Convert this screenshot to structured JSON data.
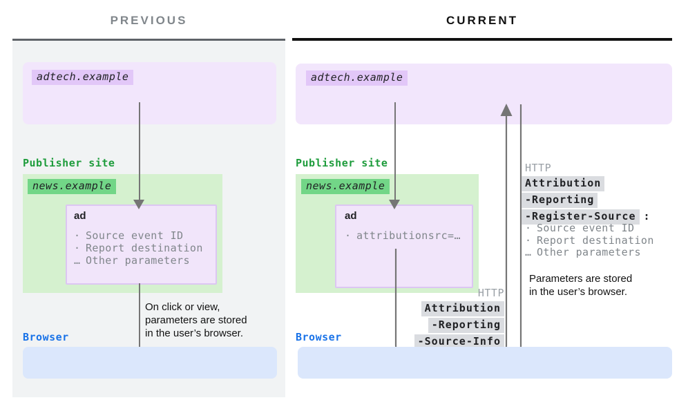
{
  "titles": {
    "previous": "PREVIOUS",
    "current": "CURRENT"
  },
  "previous": {
    "adtech_label": "adtech.example",
    "publisher_label": "Publisher site",
    "news_label": "news.example",
    "ad_title": "ad",
    "params": [
      {
        "marker": "·",
        "text": "Source event ID"
      },
      {
        "marker": "·",
        "text": "Report destination"
      },
      {
        "marker": "…",
        "text": "Other parameters"
      }
    ],
    "note_lines": [
      "On click or view,",
      "parameters are stored",
      "in the user’s browser."
    ],
    "browser_label": "Browser"
  },
  "current": {
    "adtech_label": "adtech.example",
    "publisher_label": "Publisher site",
    "news_label": "news.example",
    "ad_title": "ad",
    "params": [
      {
        "marker": "·",
        "text": "attributionsrc=…"
      }
    ],
    "source_info_request": {
      "protocol": "HTTP",
      "header_lines": [
        "Attribution",
        "-Reporting",
        "-Source-Info"
      ]
    },
    "register_source_request": {
      "protocol": "HTTP",
      "header_lines": [
        "Attribution",
        "-Reporting",
        "-Register-Source"
      ],
      "suffix": ":"
    },
    "register_params": [
      {
        "marker": "·",
        "text": "Source event ID"
      },
      {
        "marker": "·",
        "text": "Report destination"
      },
      {
        "marker": "…",
        "text": "Other parameters"
      }
    ],
    "note_lines": [
      "Parameters are stored",
      "in the user’s browser."
    ],
    "browser_label": "Browser"
  },
  "colors": {
    "panel_gray": "#f1f3f4",
    "purple_box": "#f2e6fc",
    "purple_hl": "#e2c7f8",
    "ad_box_fill": "#f1e5fa",
    "ad_box_border": "#dcc6f2",
    "green_box": "#d5f1cf",
    "green_hl": "#72d687",
    "green_text": "#1e9c3c",
    "blue_text": "#1a73e8",
    "blue_box": "#dbe7fc",
    "arrow": "#757575",
    "gray_hl_bg": "#dadce0",
    "muted_text": "#80868b",
    "http_text": "#9aa0a6",
    "dark_text": "#202124",
    "prev_title": "#80868b",
    "rule_gray": "#5f6368",
    "current_title": "#111111"
  }
}
